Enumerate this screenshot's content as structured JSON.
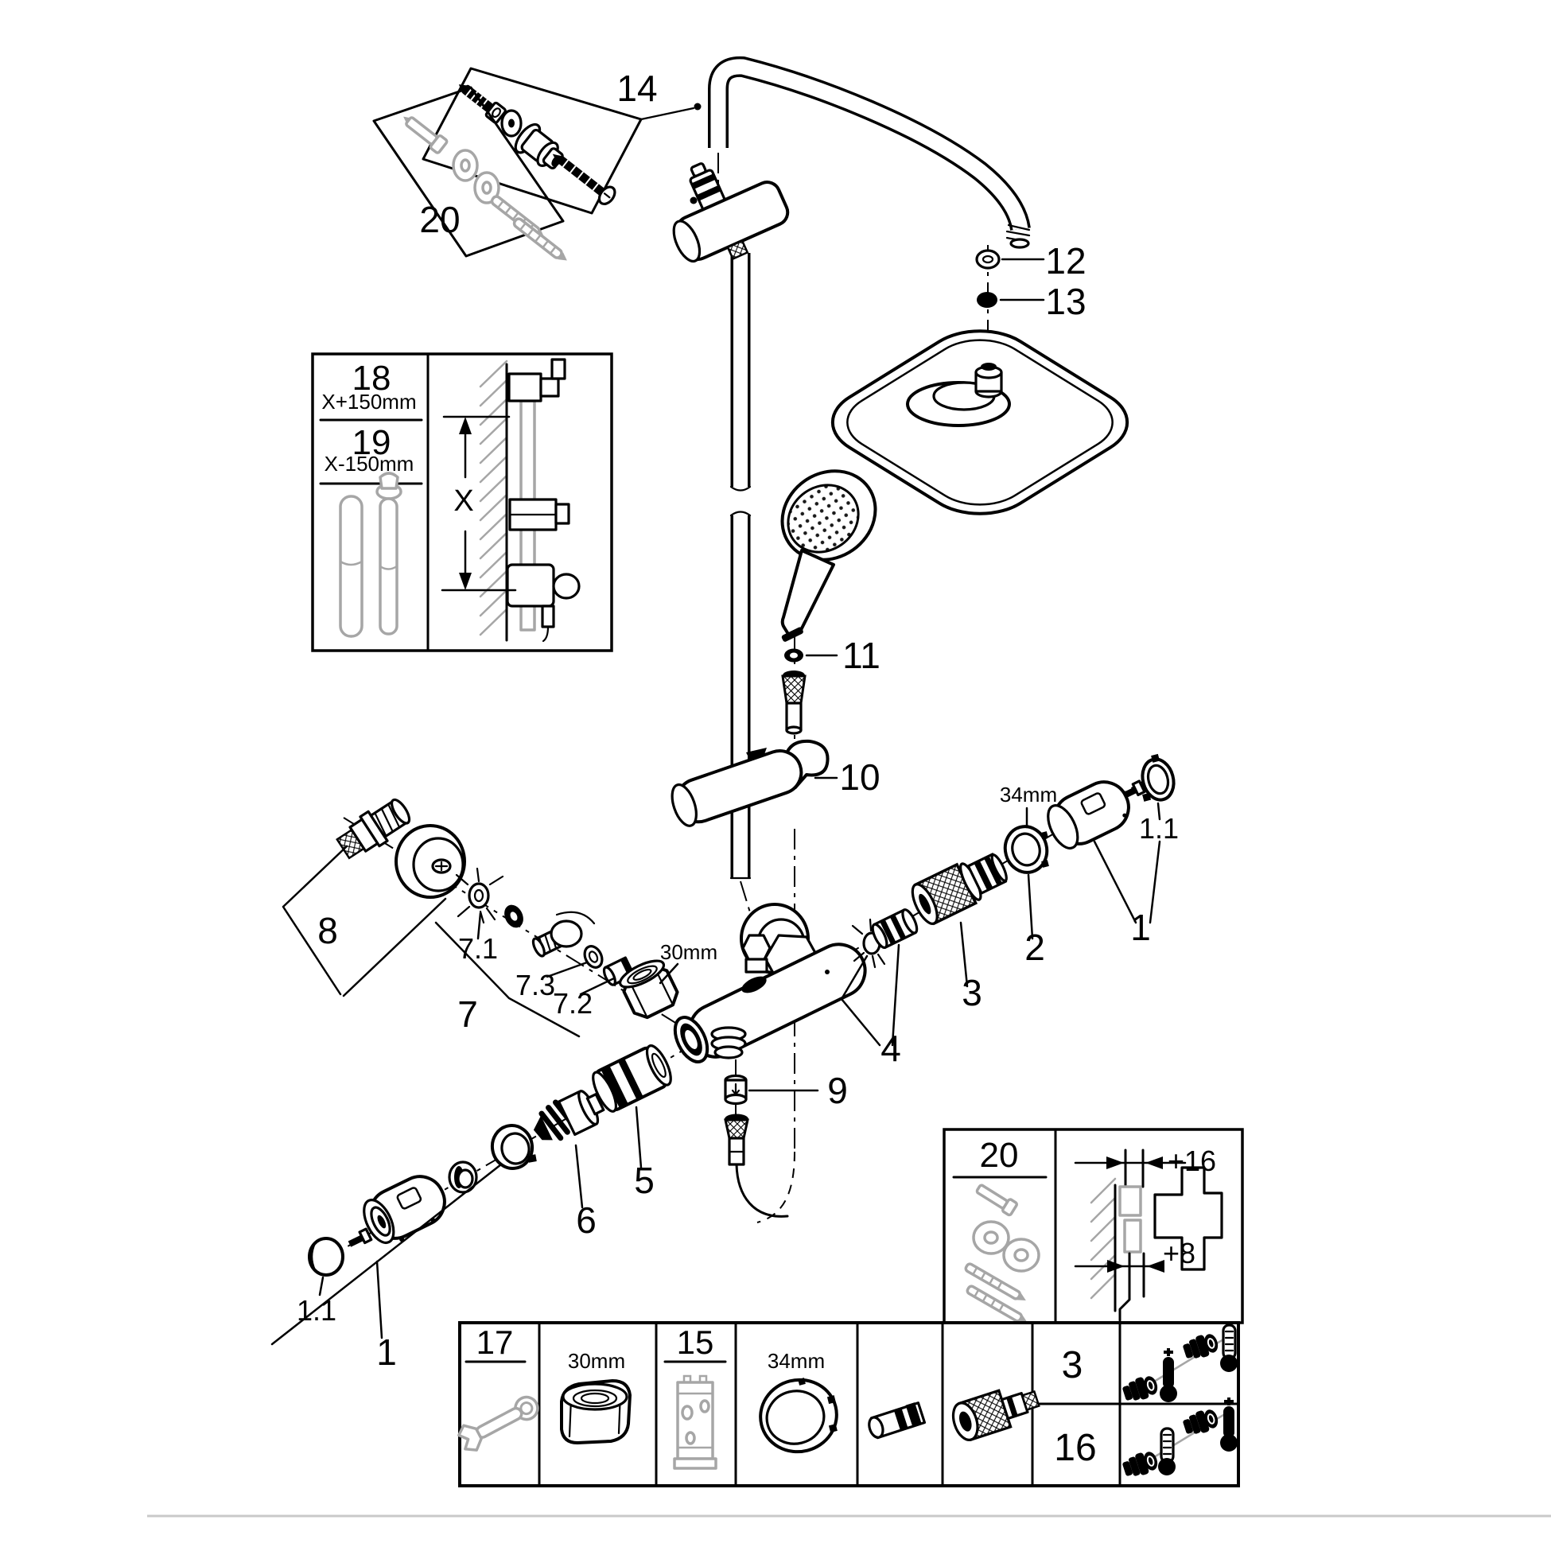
{
  "callouts": {
    "screws": "14",
    "fasteners": "20",
    "arm_washer": "12",
    "arm_seal": "13",
    "hand_seal": "11",
    "holder": "10",
    "union": "8",
    "union_group": "7",
    "union_washer": "7.1",
    "union_adapter": "7.2",
    "union_seal": "7.3",
    "nut_size": "30mm",
    "outlet_adapter": "9",
    "sleeve": "5",
    "cartridge": "6",
    "handle_left": "1",
    "cap_left": "1.1",
    "handle_right": "1",
    "cap_right": "1.1",
    "stop_ring": "2",
    "ring_size": "34mm",
    "thermo_cartridge": "3",
    "check_valve": "4"
  },
  "length_inset": {
    "upper": "18",
    "upper_dim": "X+150mm",
    "lower": "19",
    "lower_dim": "X-150mm",
    "axis": "X"
  },
  "depth_inset": {
    "part": "20",
    "top": "+16",
    "bottom": "+8"
  },
  "service_table": {
    "wrench": "17",
    "wrench_size": "30mm",
    "mount_tool": "15",
    "mount_ring": "34mm",
    "row_top": "3",
    "row_bottom": "16"
  }
}
